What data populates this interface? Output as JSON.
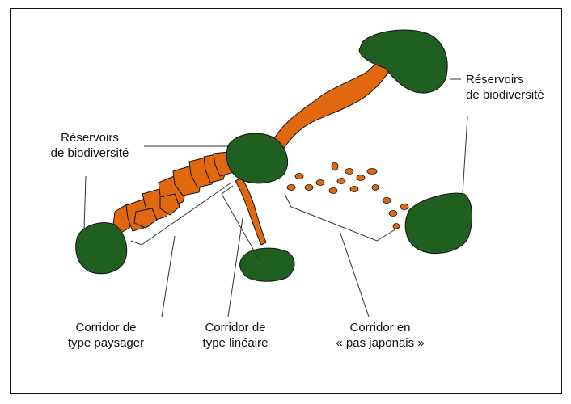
{
  "colors": {
    "reservoir": "#1f5f1f",
    "corridor": "#e2680f",
    "outline": "#111111",
    "leader": "#333333"
  },
  "labels": {
    "reservoir_top_right": {
      "line1": "Réservoirs",
      "line2": "de biodiversité"
    },
    "reservoir_left": {
      "line1": "Réservoirs",
      "line2": "de biodiversité"
    },
    "corridor_landscape": {
      "line1": "Corridor de",
      "line2": "type paysager"
    },
    "corridor_linear": {
      "line1": "Corridor de",
      "line2": "type linéaire"
    },
    "corridor_stepping": {
      "line1": "Corridor en",
      "line2": "« pas japonais »"
    }
  }
}
